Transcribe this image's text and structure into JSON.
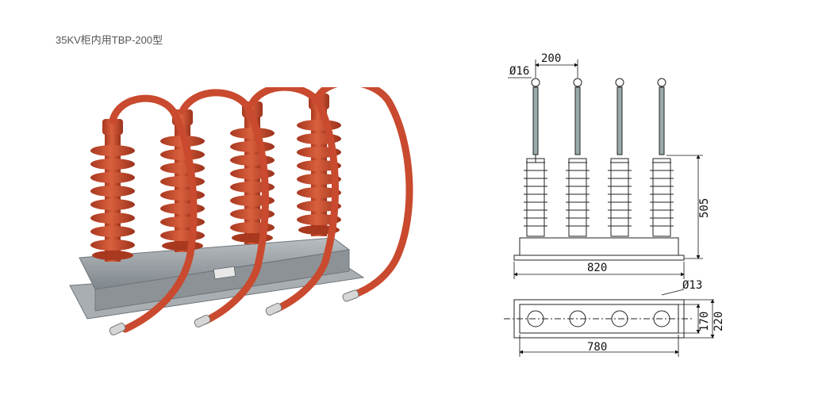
{
  "caption": "35KV柜内用TBP-200型",
  "drawing": {
    "dia_top": "Ø16",
    "spacing": "200",
    "height": "505",
    "length_front": "820",
    "dia_hole": "Ø13",
    "width_inner": "170",
    "width_outer": "220",
    "length_base": "780"
  },
  "colors": {
    "insulator": "#c8472a",
    "cable": "#c94a2e",
    "base": "#9aa0a4",
    "caption": "#555555"
  }
}
